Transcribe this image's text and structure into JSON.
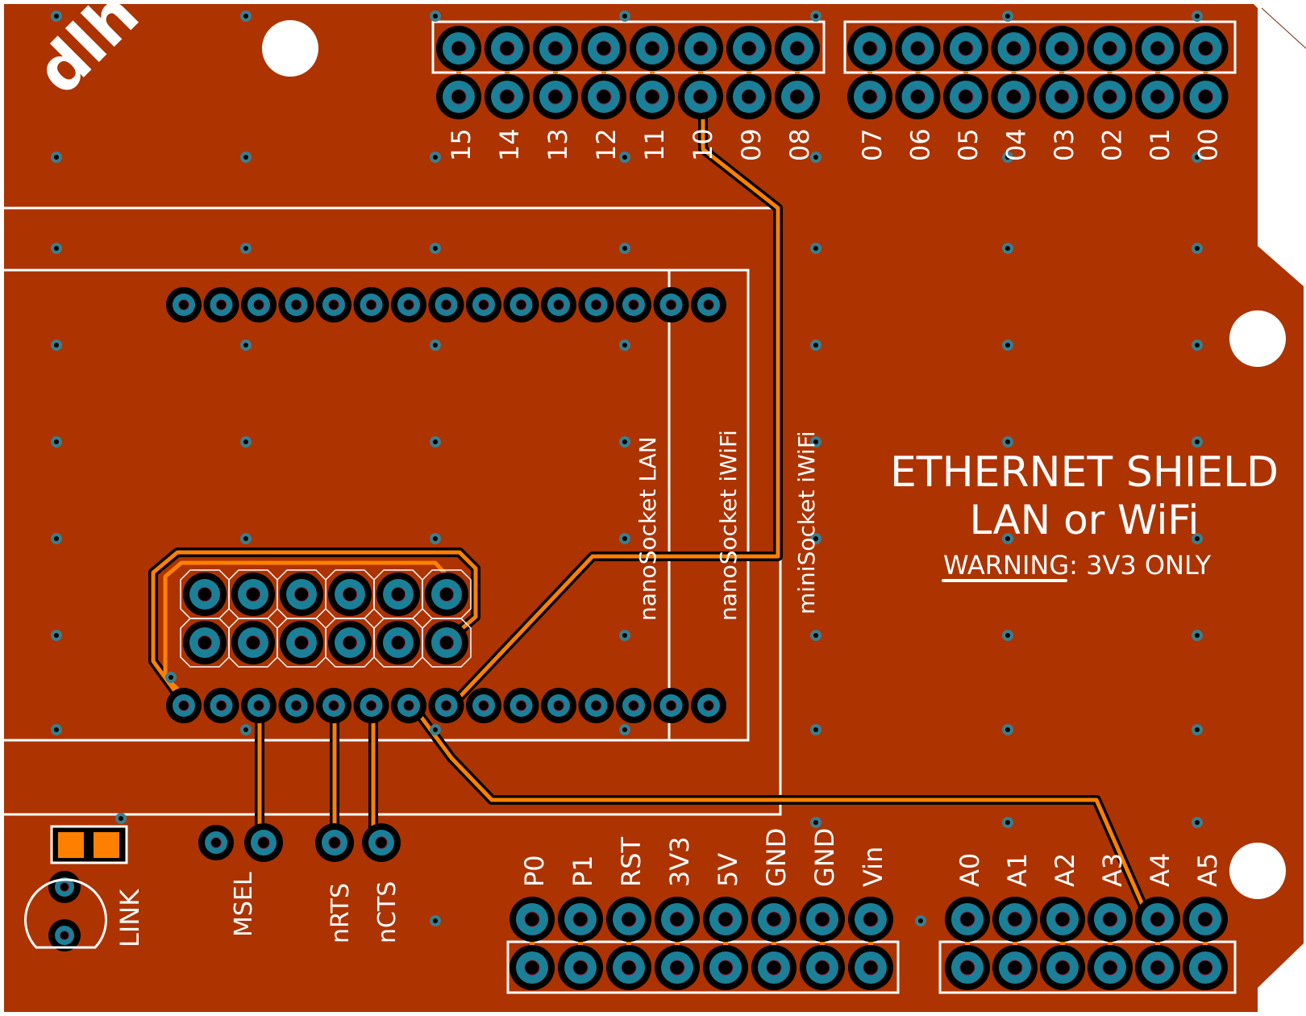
{
  "board": {
    "title_line1": "ETHERNET SHIELD",
    "title_line2": "LAN or WiFi",
    "warning_label": "WARNING",
    "warning_text": ": 3V3 ONLY",
    "logo_text": "dlh",
    "colors": {
      "substrate": "#ad3300",
      "copper_trace": "#ff8000",
      "trace_clearance": "#000000",
      "pad": "#1a8098",
      "drill": "#000000",
      "silkscreen": "#ffffff",
      "background": "#ffffff"
    }
  },
  "headers": {
    "digital_high": {
      "labels": [
        "15",
        "14",
        "13",
        "12",
        "11",
        "10",
        "09",
        "08"
      ]
    },
    "digital_low": {
      "labels": [
        "07",
        "06",
        "05",
        "04",
        "03",
        "02",
        "01",
        "00"
      ]
    },
    "power": {
      "labels": [
        "P0",
        "P1",
        "RST",
        "3V3",
        "5V",
        "GND",
        "GND",
        "Vin"
      ]
    },
    "analog": {
      "labels": [
        "A0",
        "A1",
        "A2",
        "A3",
        "A4",
        "A5"
      ]
    }
  },
  "socket_labels": {
    "nano_lan": "nanoSocket LAN",
    "nano_iwifi": "nanoSocket iWiFi",
    "mini_iwifi": "miniSocket iWiFi"
  },
  "test_points": {
    "labels": [
      "MSEL",
      "nRTS",
      "nCTS"
    ]
  },
  "led": {
    "label": "LINK"
  }
}
